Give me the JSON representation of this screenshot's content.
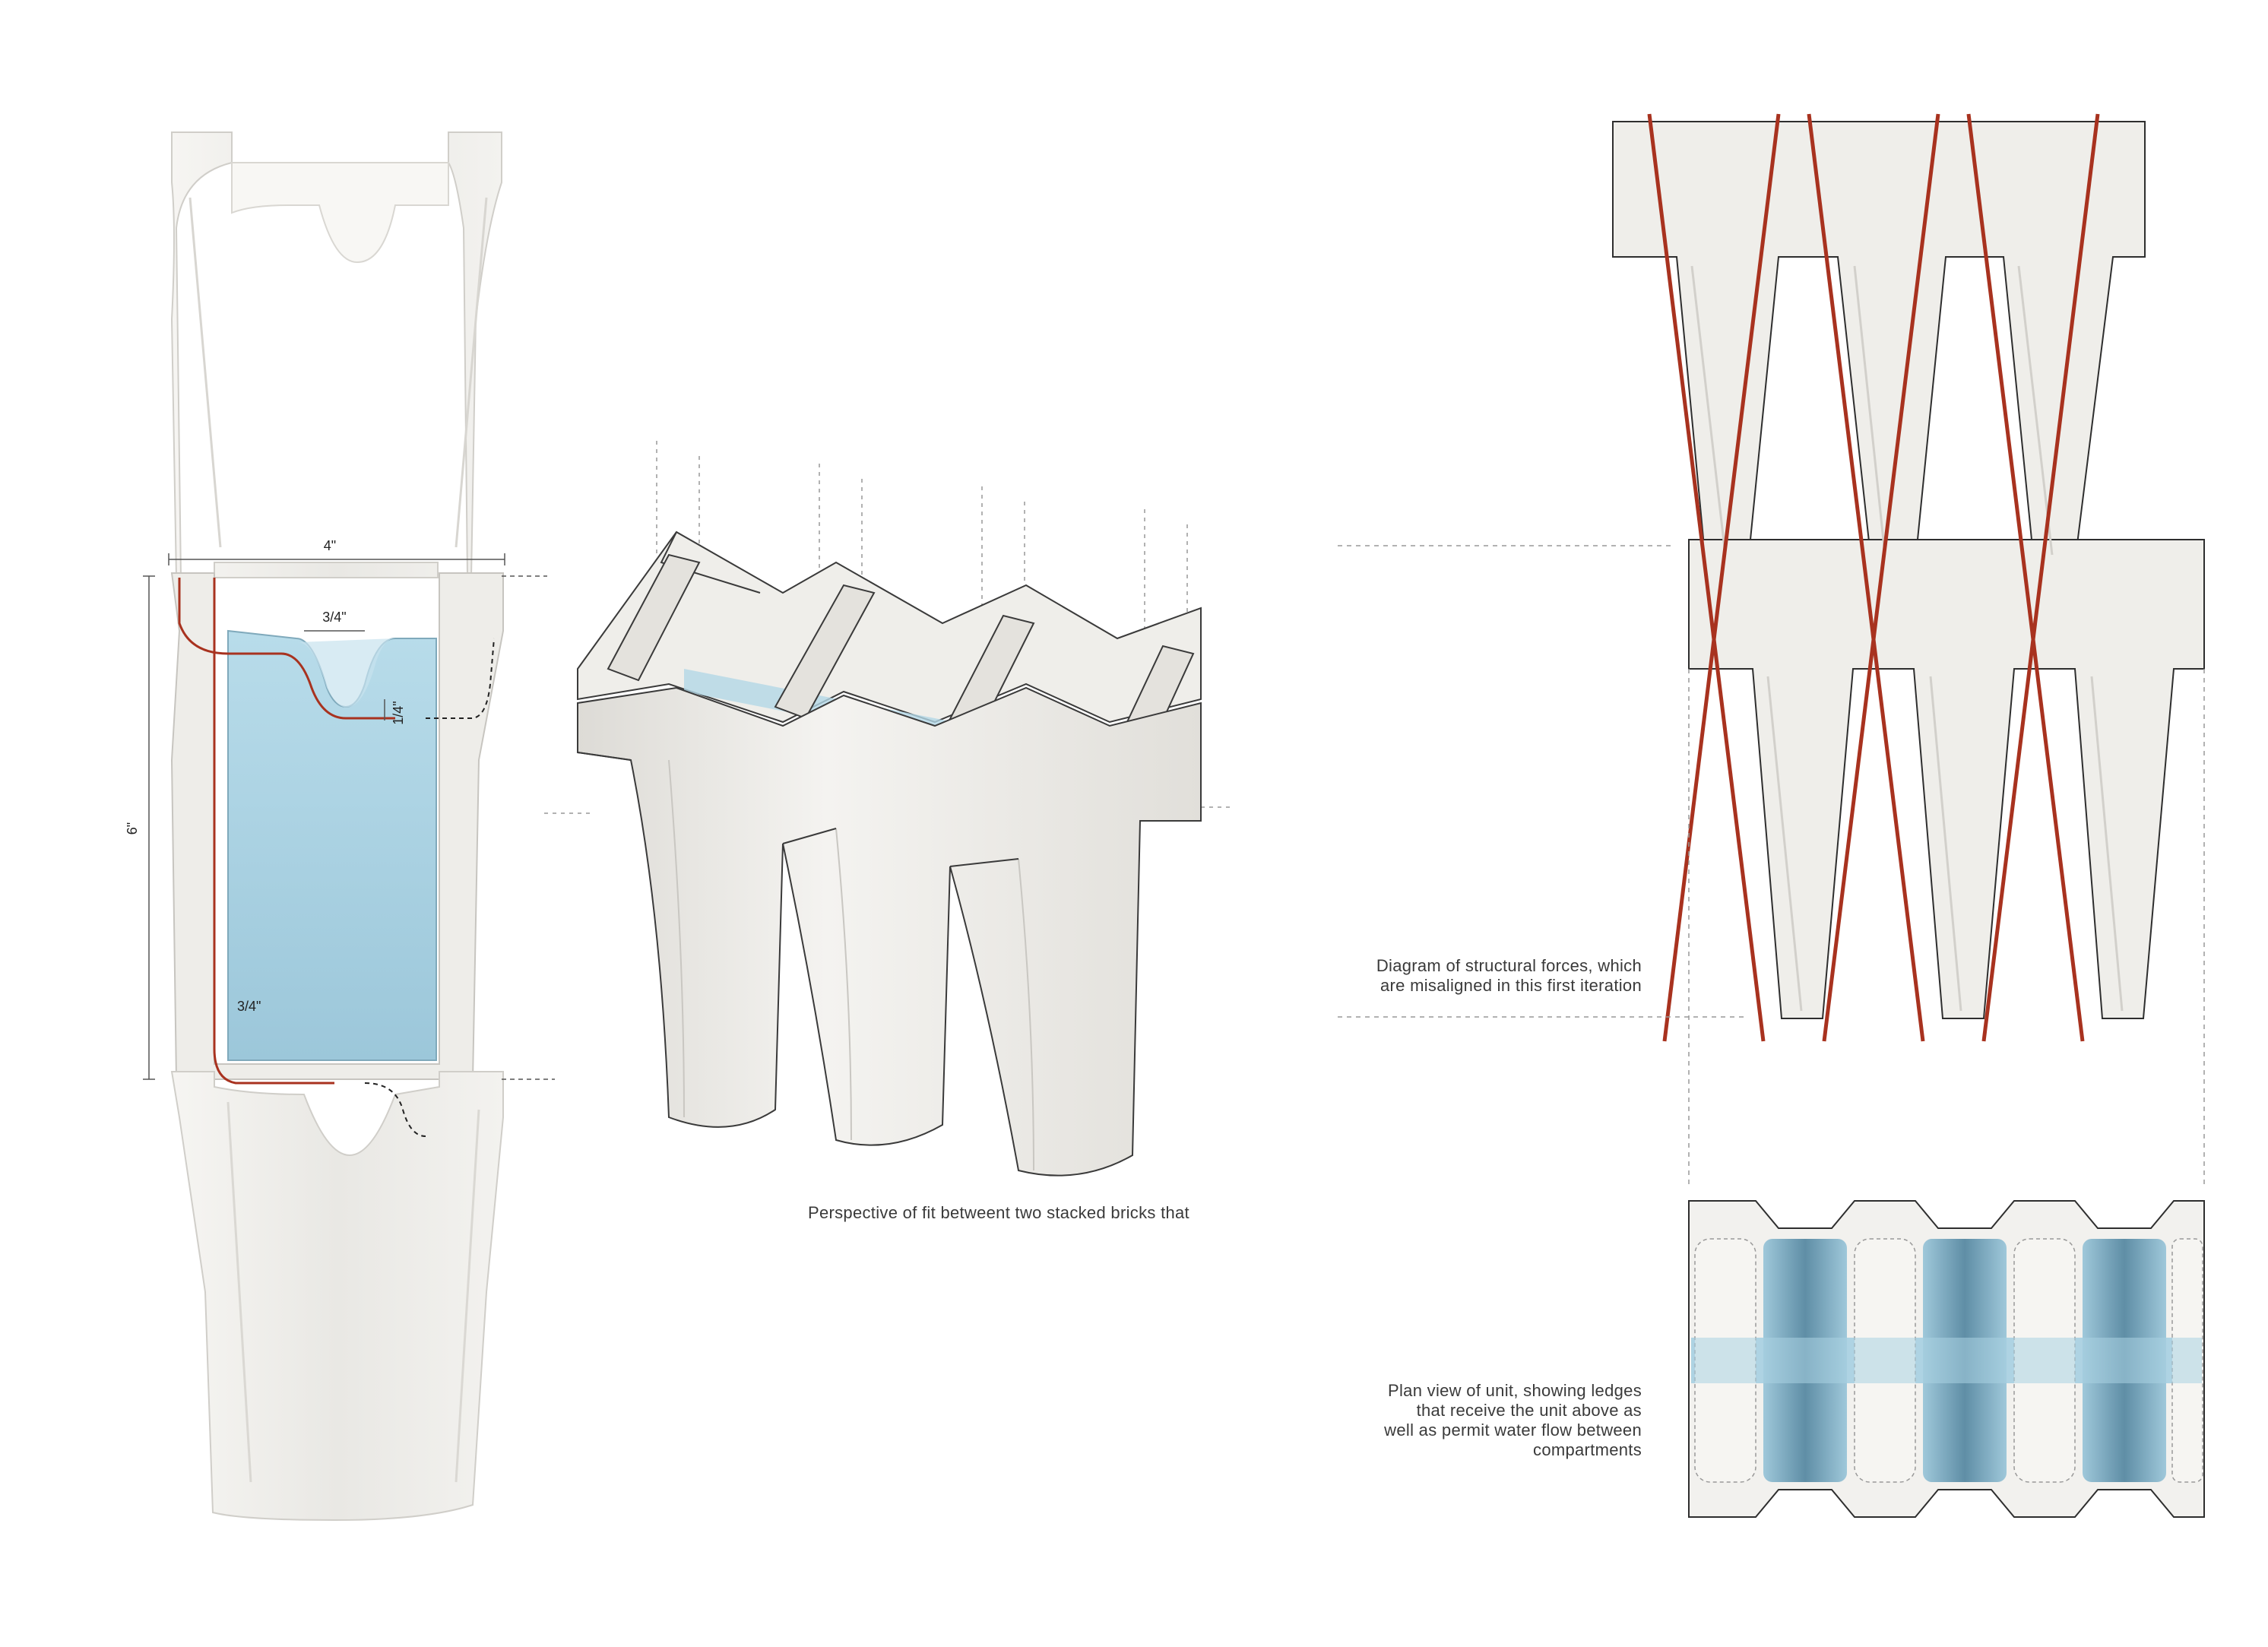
{
  "dimensions": {
    "width": "4\"",
    "notch_width": "3/4\"",
    "notch_depth": "1/4\"",
    "height": "6\"",
    "wall": "3/4\""
  },
  "captions": {
    "perspective": "Perspective of fit betweent two stacked bricks that",
    "forces": [
      "Diagram of structural forces, which",
      "are misaligned in this first iteration"
    ],
    "plan": [
      "Plan view of unit, showing ledges",
      "that receive the unit above as",
      "well as permit water flow between",
      "compartments"
    ]
  },
  "colors": {
    "brick": "#ecebe7",
    "brick_shadow": "#d6d4cf",
    "water": "#a8cfe0",
    "force_line": "#a8321f"
  }
}
